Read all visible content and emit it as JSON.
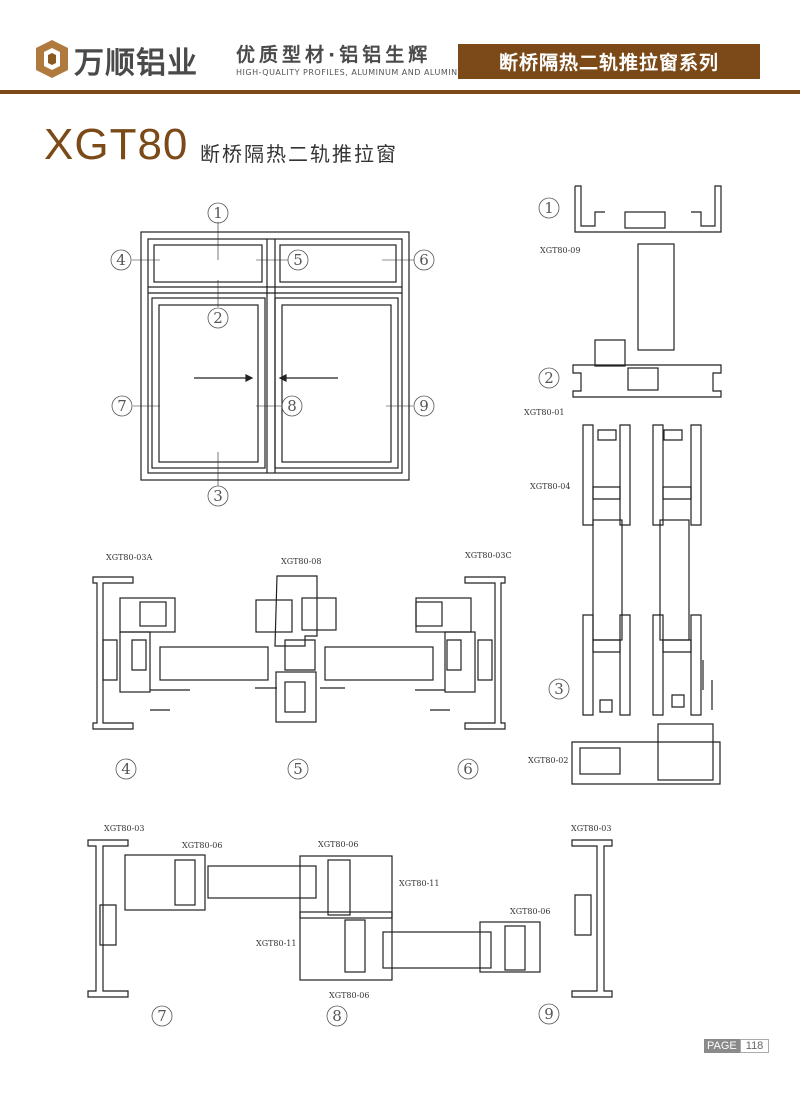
{
  "header": {
    "brand": "万顺铝业",
    "slogan": "优质型材·铝铝生辉",
    "slogan_en": "HIGH-QUALITY PROFILES, ALUMINUM AND ALUMINUM",
    "series": "断桥隔热二轨推拉窗系列",
    "accent_color": "#7b4a18"
  },
  "title": {
    "model": "XGT80",
    "name": "断桥隔热二轨推拉窗"
  },
  "callouts": [
    "1",
    "2",
    "3",
    "4",
    "5",
    "6",
    "7",
    "8",
    "9"
  ],
  "profiles": {
    "p09": "XGT80-09",
    "p01": "XGT80-01",
    "p04": "XGT80-04",
    "p02": "XGT80-02",
    "p03a": "XGT80-03A",
    "p08": "XGT80-08",
    "p03c": "XGT80-03C",
    "p03": "XGT80-03",
    "p06": "XGT80-06",
    "p11": "XGT80-11"
  },
  "footer": {
    "page_label": "PAGE",
    "page_number": "118"
  }
}
